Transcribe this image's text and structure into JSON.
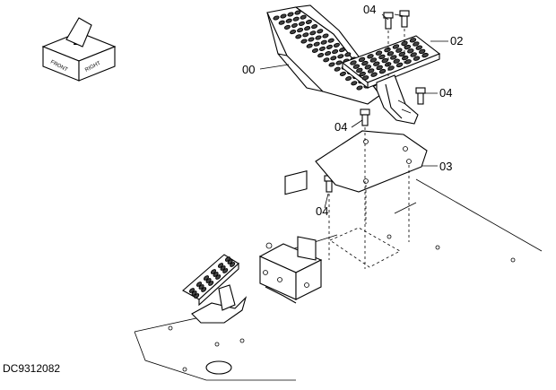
{
  "labels": {
    "l00": "00",
    "l02": "02",
    "l03": "03",
    "l04a": "04",
    "l04b": "04",
    "l04c": "04",
    "l04d": "04"
  },
  "orientation_icon": {
    "front_label": "FRONT",
    "right_label": "RIGHT"
  },
  "drawing_code": "DC9312082"
}
